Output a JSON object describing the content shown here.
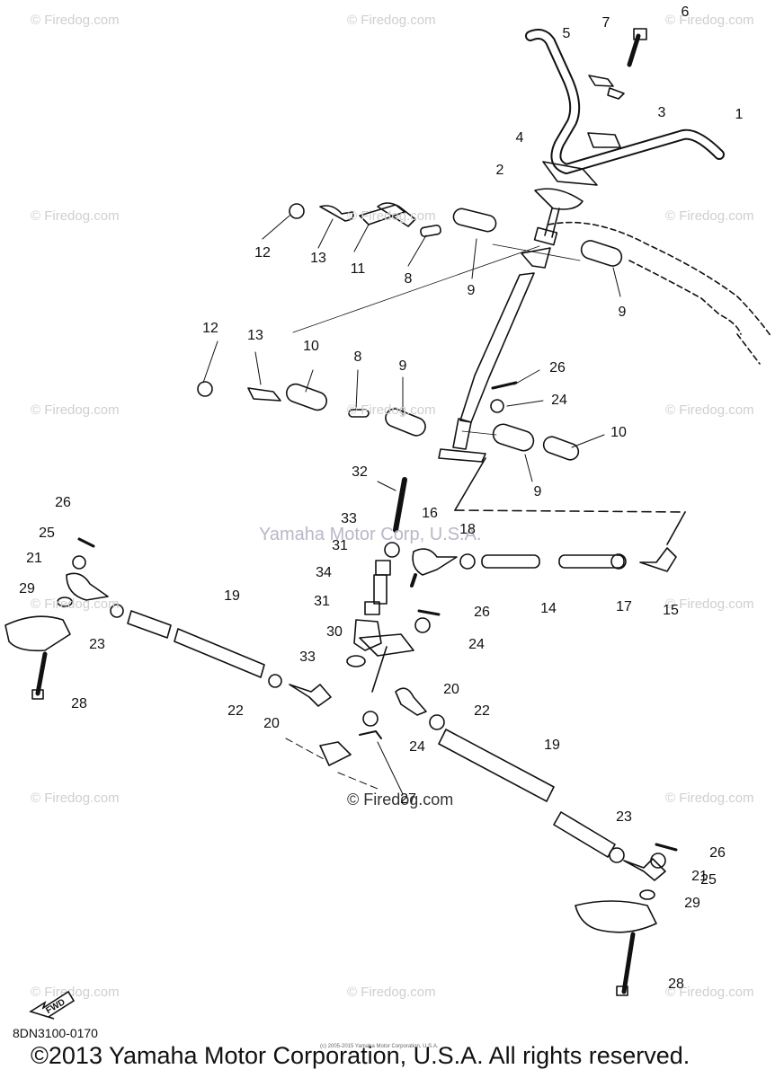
{
  "watermarks": {
    "site": "© Firedog.com",
    "center": "Yamaha Motor Corp, U.S.A.",
    "mid": "© Firedog.com"
  },
  "callouts": [
    "1",
    "2",
    "3",
    "4",
    "5",
    "6",
    "7",
    "8",
    "8",
    "9",
    "9",
    "9",
    "9",
    "10",
    "10",
    "11",
    "12",
    "12",
    "13",
    "13",
    "14",
    "15",
    "16",
    "17",
    "18",
    "19",
    "19",
    "20",
    "20",
    "21",
    "21",
    "22",
    "22",
    "23",
    "23",
    "24",
    "24",
    "24",
    "25",
    "25",
    "26",
    "26",
    "26",
    "27",
    "28",
    "28",
    "29",
    "29",
    "30",
    "31",
    "31",
    "32",
    "33",
    "33",
    "34"
  ],
  "fwd_label": "FWD",
  "diagram_code": "8DN3100-0170",
  "tiny_notice": "(c) 2005-2015 Yamaha Motor Corporation, U.S.A.",
  "copyright": "©2013 Yamaha Motor Corporation, U.S.A. All rights reserved."
}
